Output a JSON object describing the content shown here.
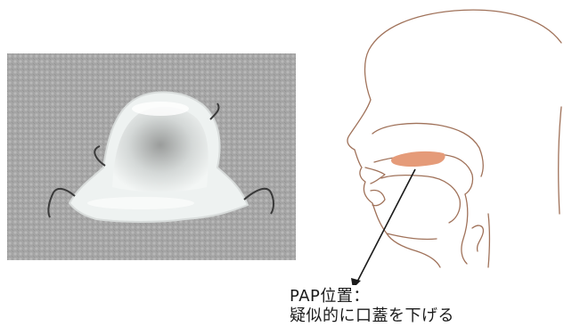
{
  "caption": {
    "line1": "PAP位置：",
    "line2": "疑似的に口蓋を下げる"
  },
  "colors": {
    "outline": "#a0725a",
    "pap_fill": "#e59b79",
    "arrow": "#1a1a1a",
    "photo_bg": "#a9a9a9",
    "appliance": "#e6ebea"
  },
  "figures": {
    "left": "palatal-augmentation-prosthesis-photo",
    "right": "head-profile-diagram"
  }
}
